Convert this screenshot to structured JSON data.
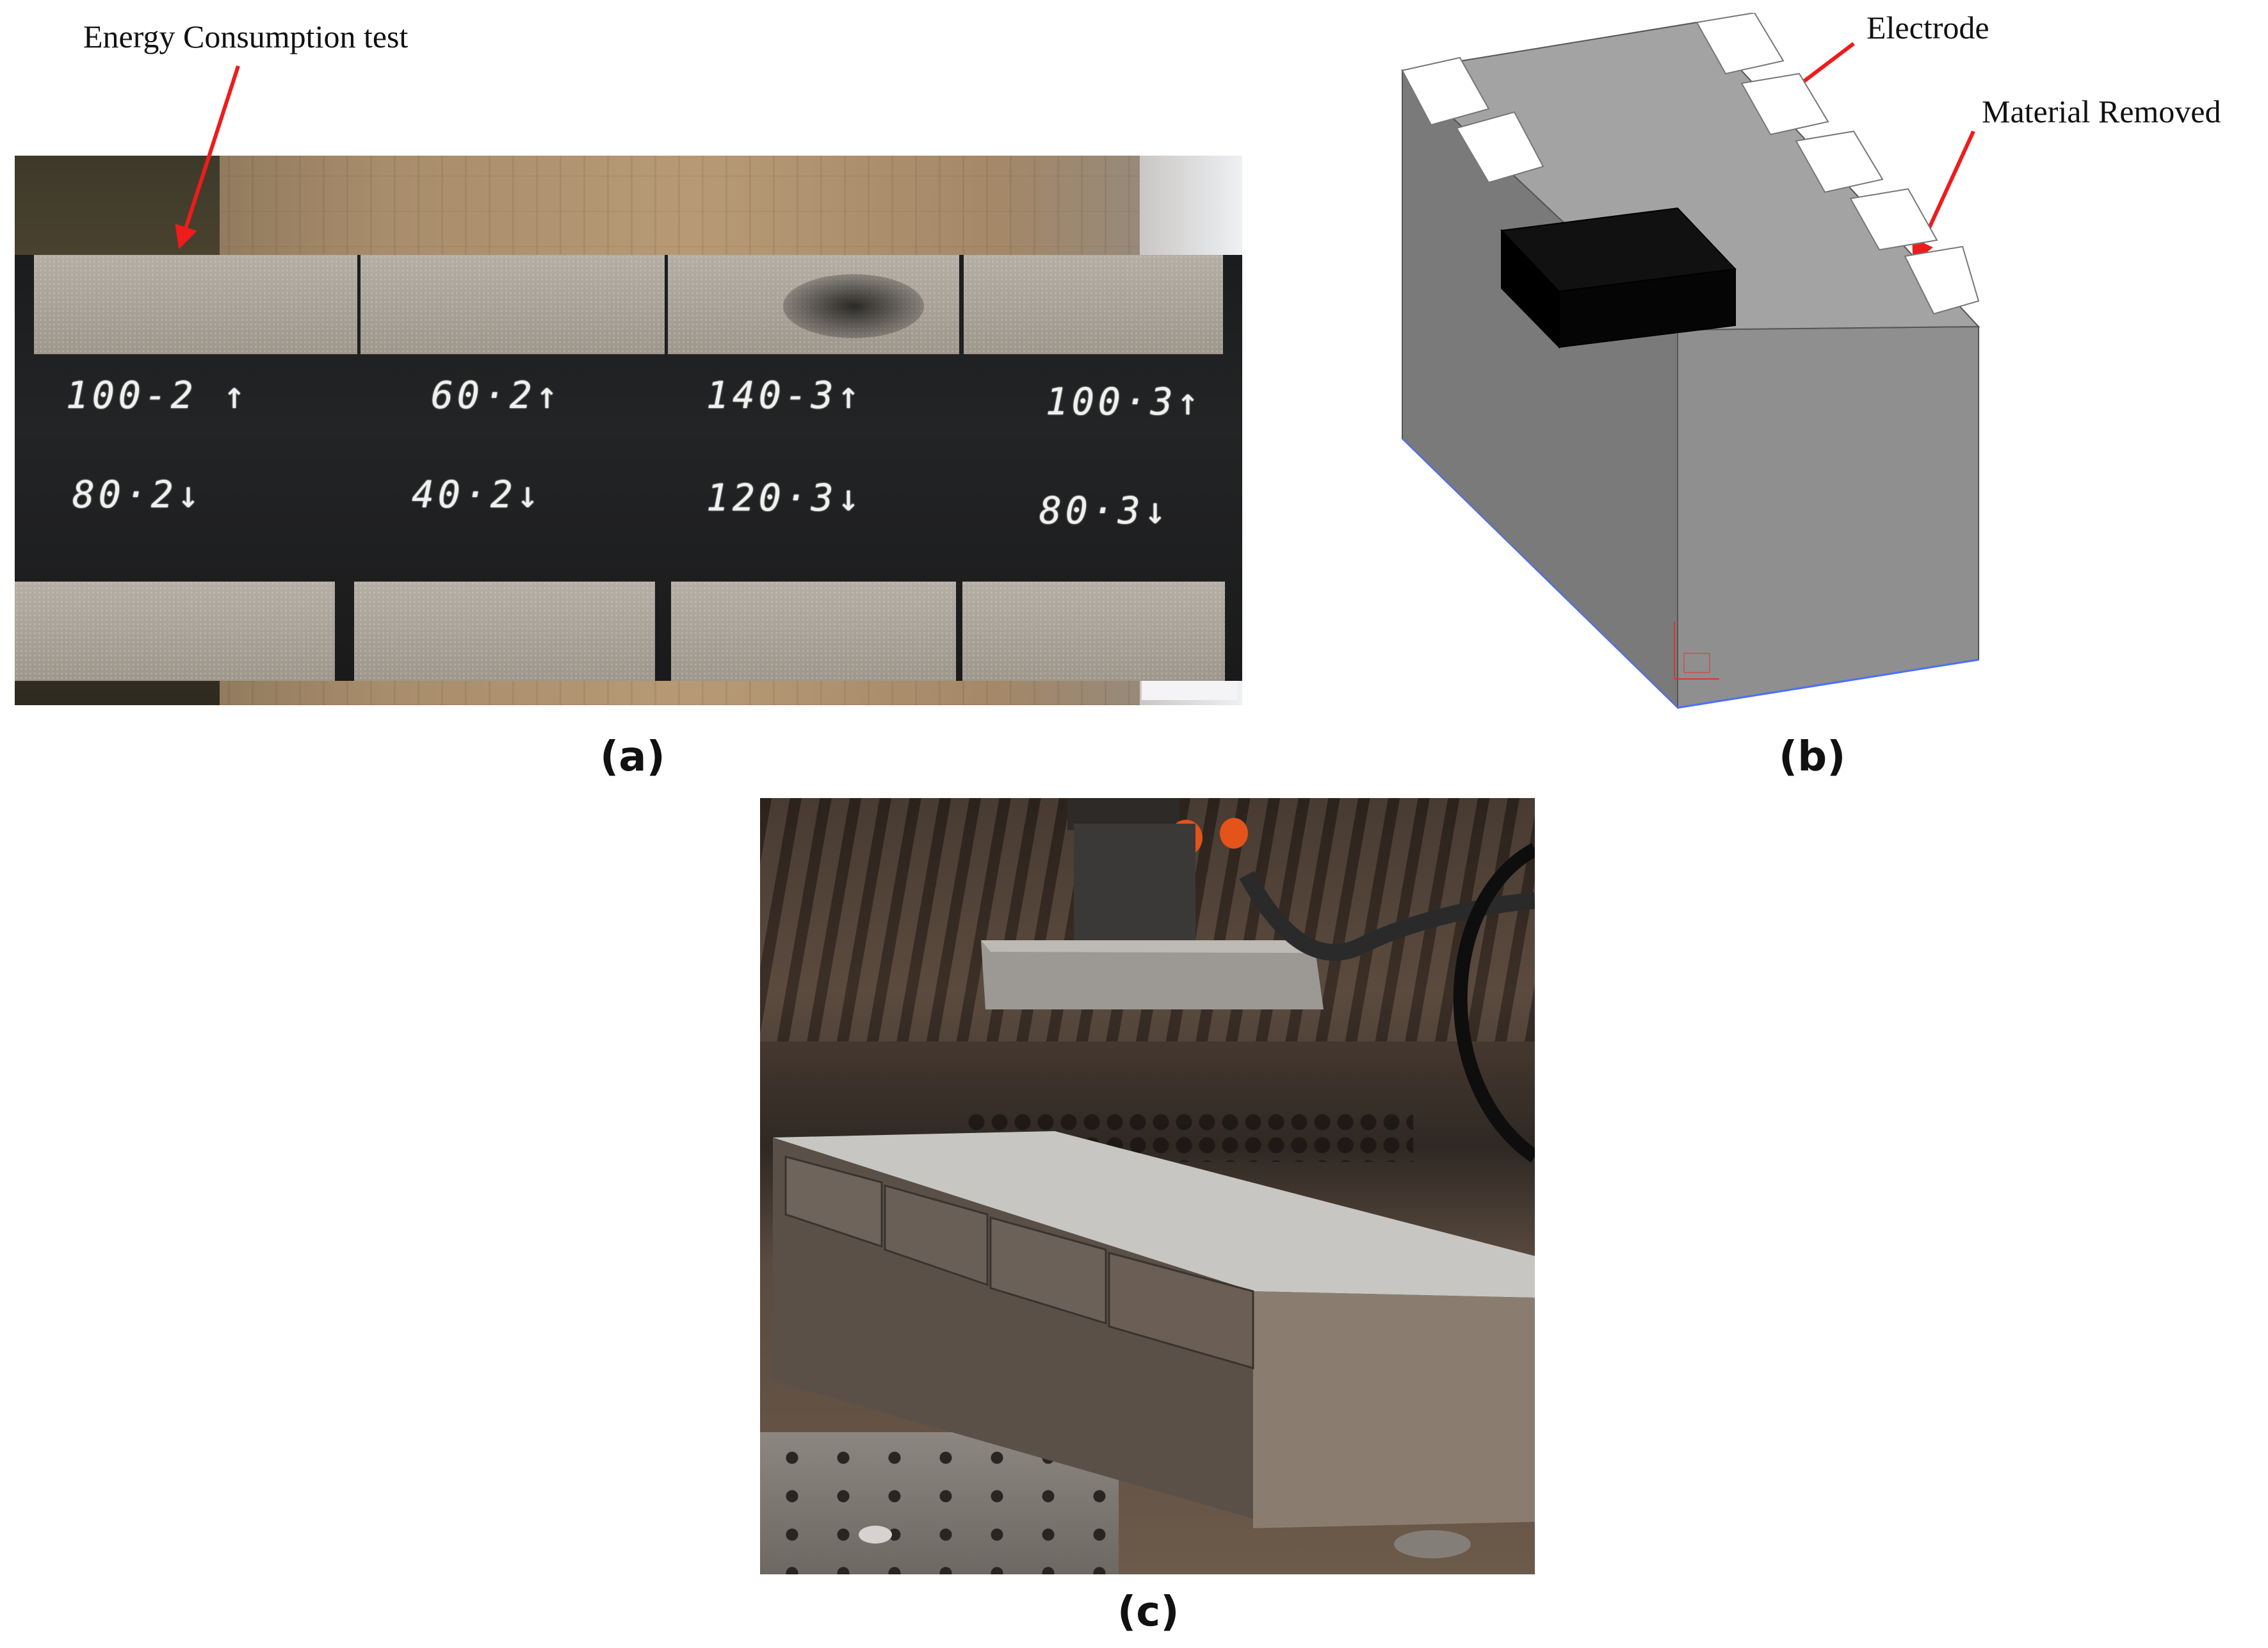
{
  "panel_a": {
    "annotation": "Energy Consumption test",
    "caption": "(a)",
    "marks_top": [
      "100-2 ↑",
      "60·2↑",
      "140-3↑",
      "100·3↑"
    ],
    "marks_bottom": [
      "80·2↓",
      "40·2↓",
      "120·3↓",
      "80·3↓"
    ]
  },
  "panel_b": {
    "annotation_electrode": "Electrode",
    "annotation_material": "Material Removed",
    "caption": "(b)"
  },
  "panel_c": {
    "caption": "(c)"
  },
  "colors": {
    "arrow": "#ee1c1c",
    "electrode": "#000000",
    "block_top": "#a3a3a3",
    "block_front": "#8f8f8f",
    "block_side": "#7a7a7a"
  }
}
